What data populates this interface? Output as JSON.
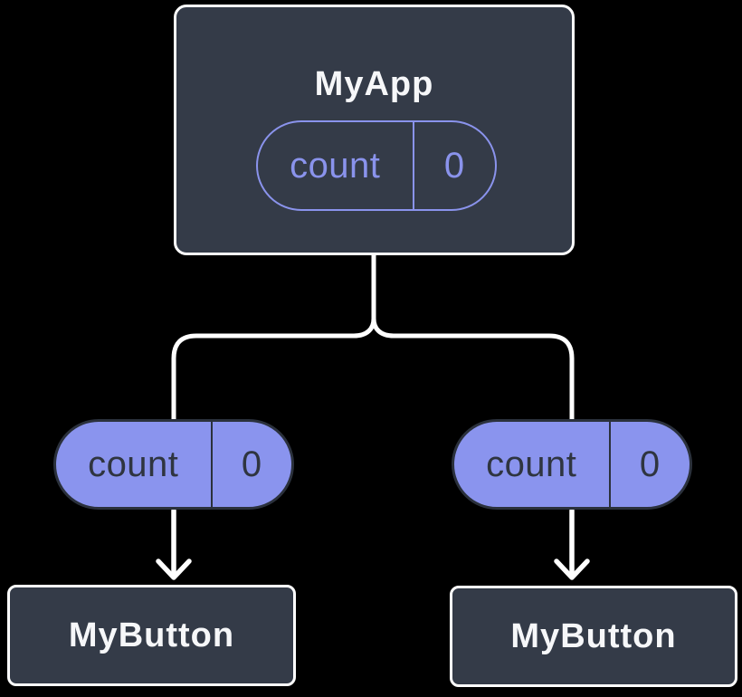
{
  "colors": {
    "background": "#000000",
    "node_fill": "#343B48",
    "node_border": "#FFFFFF",
    "line": "#FFFFFF",
    "purple": "#8A93EC",
    "pill_fill": "#8A94EE",
    "pill_border": "#2B313C",
    "pill_text": "#2F3540",
    "title_text": "#F6F7F9"
  },
  "root": {
    "title": "MyApp",
    "state": {
      "name": "count",
      "value": "0"
    }
  },
  "children": [
    {
      "title": "MyButton",
      "prop": {
        "name": "count",
        "value": "0"
      }
    },
    {
      "title": "MyButton",
      "prop": {
        "name": "count",
        "value": "0"
      }
    }
  ]
}
